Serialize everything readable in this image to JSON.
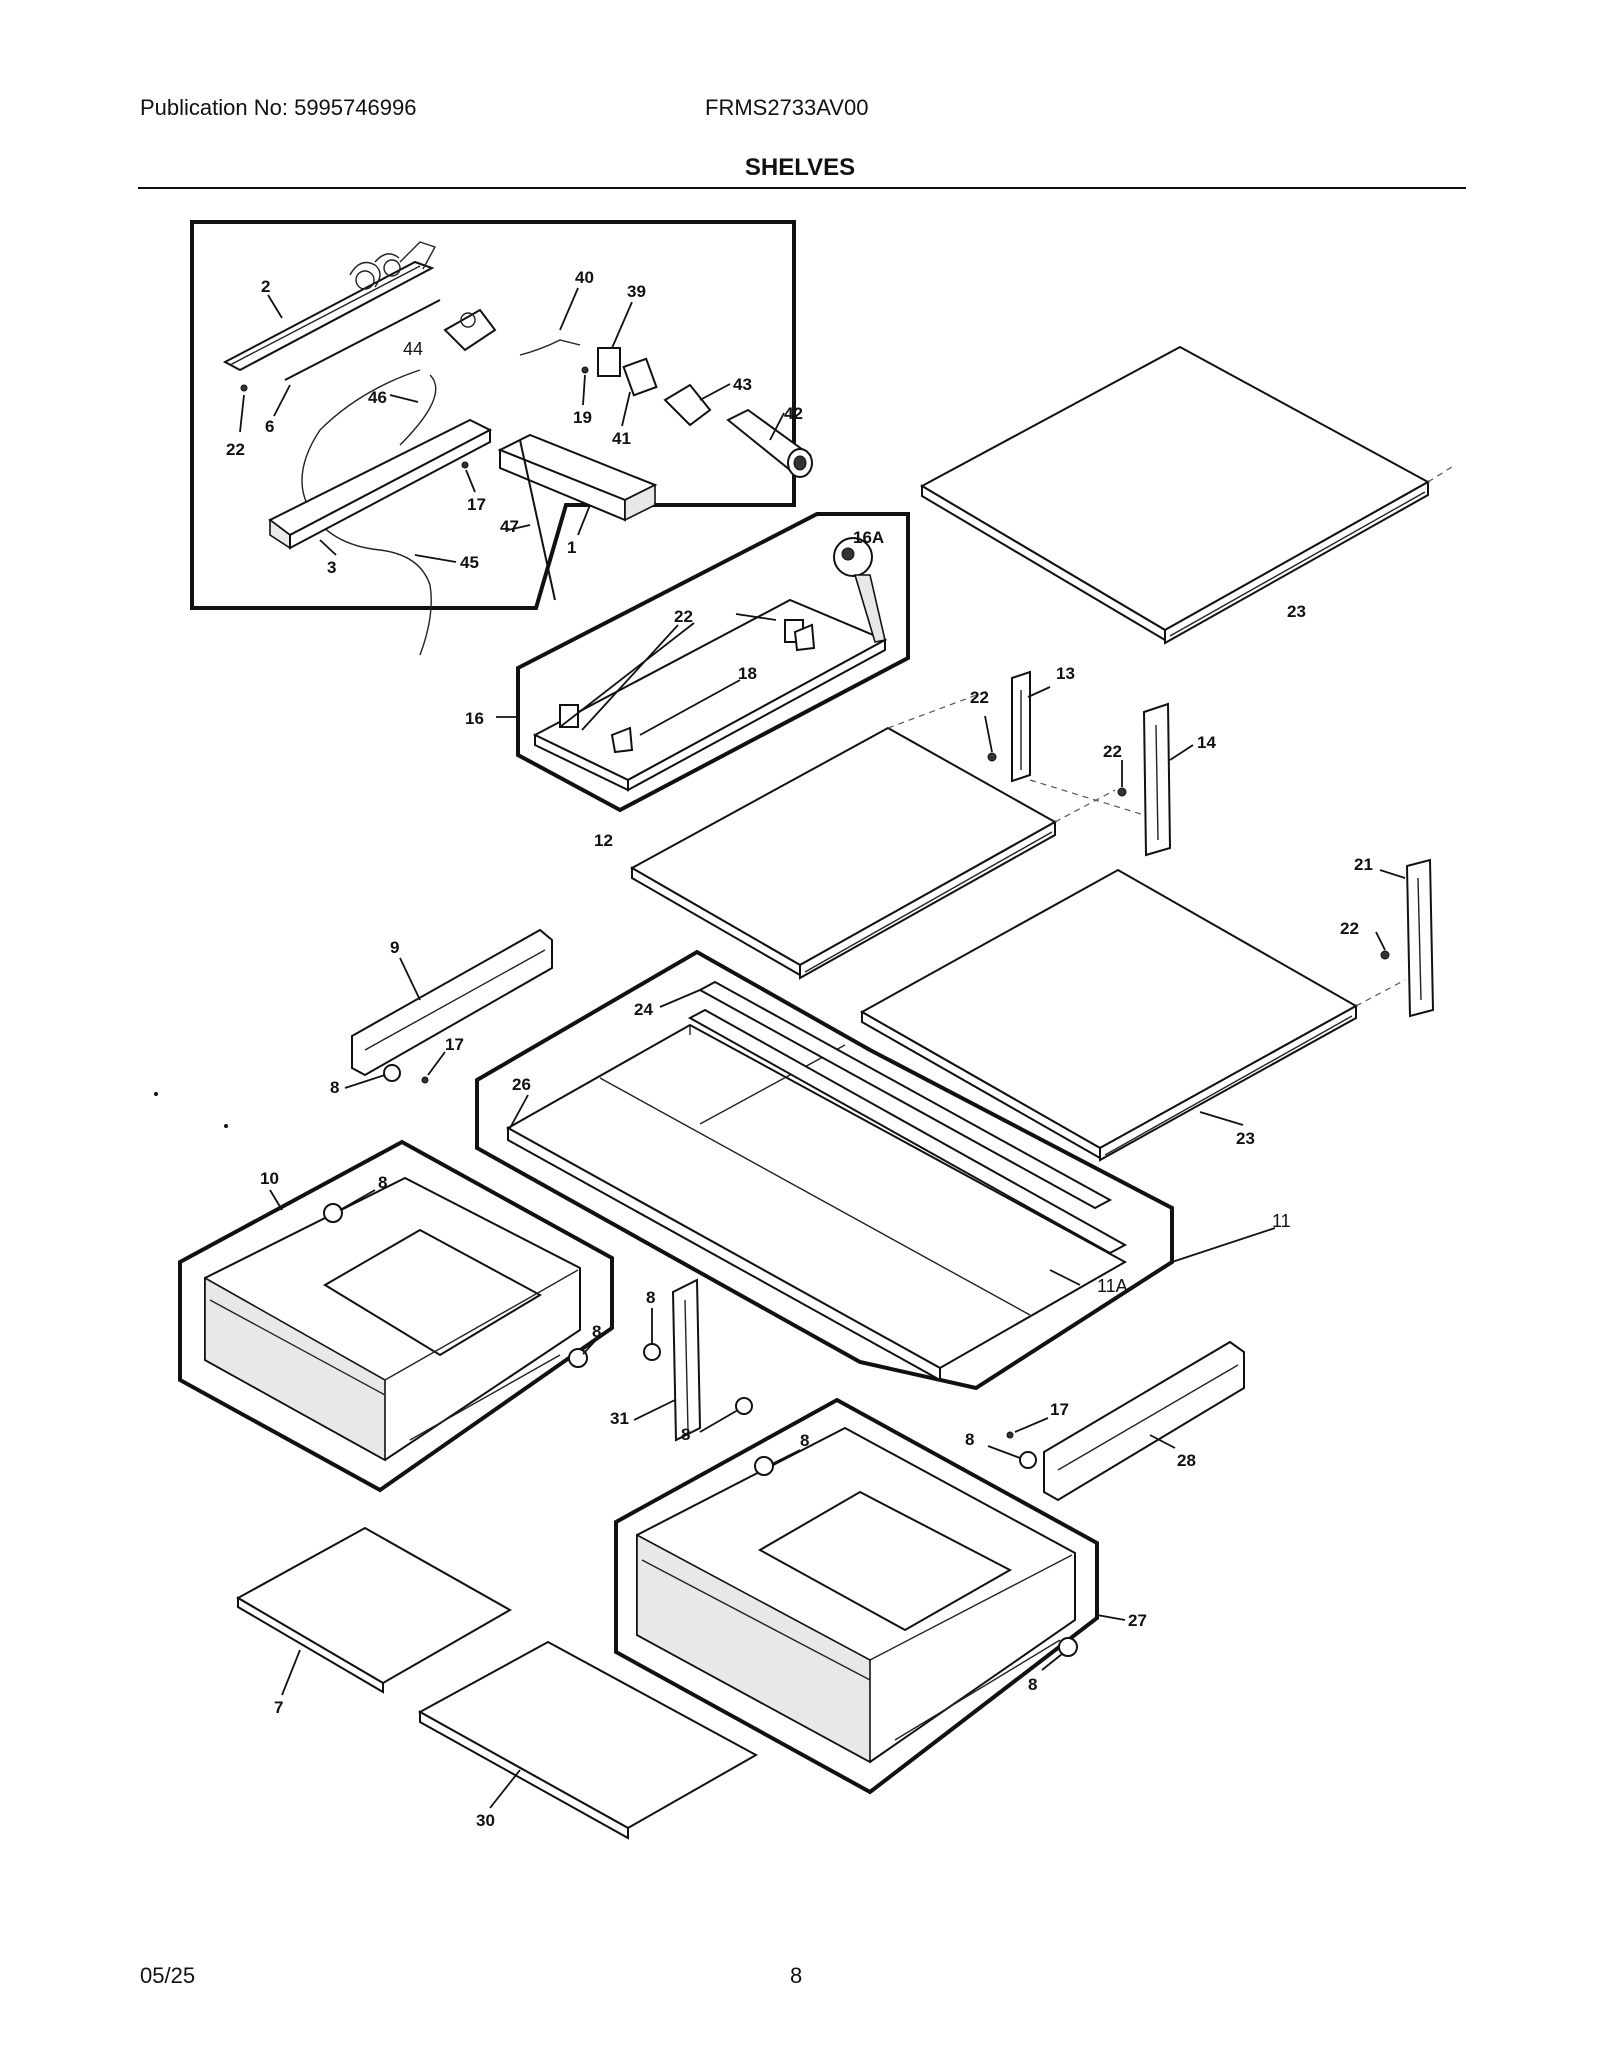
{
  "header": {
    "publication": "Publication No: 5995746996",
    "model": "FRMS2733AV00",
    "title": "SHELVES"
  },
  "footer": {
    "date": "05/25",
    "page": "8"
  },
  "callouts": {
    "c2": "2",
    "c22a": "22",
    "c6": "6",
    "c44": "44",
    "c46": "46",
    "c40": "40",
    "c39": "39",
    "c19": "19",
    "c41": "41",
    "c43": "43",
    "c42": "42",
    "c17a": "17",
    "c47": "47",
    "c1": "1",
    "c3": "3",
    "c45": "45",
    "c16A": "16A",
    "c22b": "22",
    "c18": "18",
    "c16": "16",
    "c23a": "23",
    "c13": "13",
    "c22c": "22",
    "c14": "14",
    "c22d": "22",
    "c12": "12",
    "c21": "21",
    "c22e": "22",
    "c9": "9",
    "c17b": "17",
    "c8a": "8",
    "c24": "24",
    "c26": "26",
    "c23b": "23",
    "c10": "10",
    "c8b": "8",
    "c8c": "8",
    "c11": "11",
    "c11A": "11A",
    "c8d": "8",
    "c31": "31",
    "c8e": "8",
    "c8f": "8",
    "c17c": "17",
    "c8g": "8",
    "c28": "28",
    "c27": "27",
    "c8h": "8",
    "c7": "7",
    "c30": "30"
  }
}
